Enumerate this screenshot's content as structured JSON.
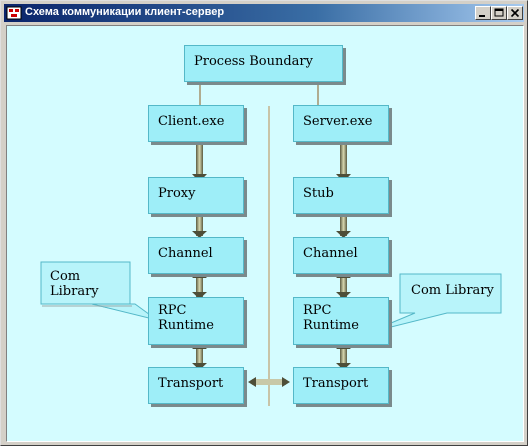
{
  "window": {
    "title": "Схема коммуникации клиент-сервер"
  },
  "nodes": {
    "process_boundary": "Process Boundary",
    "client_exe": "Client.exe",
    "server_exe": "Server.exe",
    "proxy": "Proxy",
    "stub": "Stub",
    "channel_left": "Channel",
    "channel_right": "Channel",
    "rpc_left": "RPC\nRuntime",
    "rpc_right": "RPC\nRuntime",
    "transport_left": "Transport",
    "transport_right": "Transport"
  },
  "callouts": {
    "com_library_left": "Com\nLibrary",
    "com_library_right": "Com Library"
  },
  "colors": {
    "box_fill": "#9eeef8",
    "canvas_background": "#d4fcff",
    "connector": "#6b6b4e"
  },
  "icons": [
    "app-icon",
    "minimize-icon",
    "maximize-icon",
    "close-icon"
  ]
}
